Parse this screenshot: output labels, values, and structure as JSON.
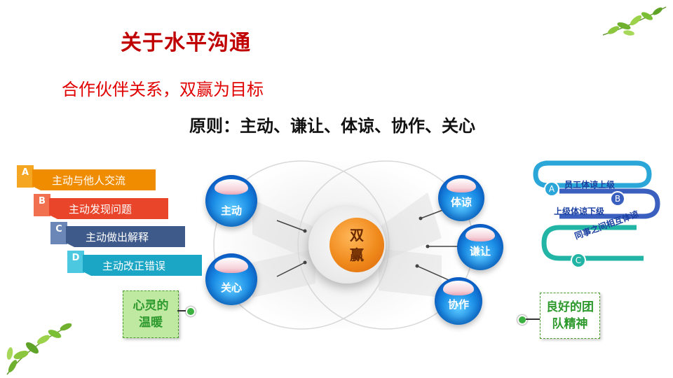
{
  "title": "关于水平沟通",
  "subtitle": "合作伙伴关系，双赢为目标",
  "principle": "原则：主动、谦让、体谅、协作、关心",
  "left_steps": [
    {
      "letter": "A",
      "text": "主动与他人交流",
      "tag_color": "#f5a623",
      "bar_color": "#f08c00"
    },
    {
      "letter": "B",
      "text": "主动发现问题",
      "tag_color": "#f07050",
      "bar_color": "#e8452a"
    },
    {
      "letter": "C",
      "text": "主动做出解释",
      "tag_color": "#6b87b8",
      "bar_color": "#3d5a8a"
    },
    {
      "letter": "D",
      "text": "主动改正错误",
      "tag_color": "#4cc8e0",
      "bar_color": "#1aa6c4"
    }
  ],
  "left_sticker": {
    "line1": "心灵的",
    "line2": "温暖"
  },
  "center": {
    "line1": "双",
    "line2": "赢"
  },
  "spheres": {
    "left_top": "主动",
    "left_bottom": "关心",
    "right_top": "体谅",
    "right_mid": "谦让",
    "right_bottom": "协作"
  },
  "right_ribbons": [
    {
      "letter": "A",
      "text": "员工体谅上级",
      "color": "#2aa6d8"
    },
    {
      "letter": "B",
      "text": "上级体谅下级",
      "color": "#3a5fbf"
    },
    {
      "letter": "C",
      "text": "同事之间相互体谅",
      "color": "#22b5a5"
    }
  ],
  "right_sticker": {
    "line1": "良好的团",
    "line2": "队精神"
  }
}
